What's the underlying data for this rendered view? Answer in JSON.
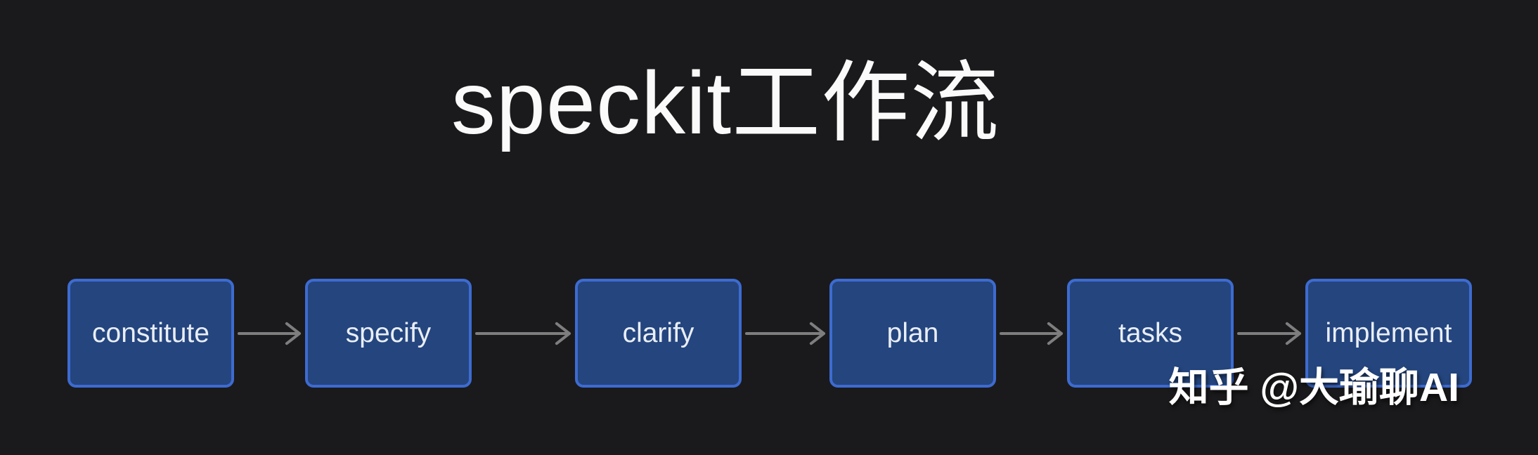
{
  "title": {
    "text": "speckit工作流"
  },
  "flow": {
    "steps": [
      {
        "label": "constitute"
      },
      {
        "label": "specify"
      },
      {
        "label": "clarify"
      },
      {
        "label": "plan"
      },
      {
        "label": "tasks"
      },
      {
        "label": "implement"
      }
    ]
  },
  "watermark": {
    "text": "知乎 @大瑜聊AI"
  },
  "colors": {
    "background": "#1a1a1c",
    "title": "#fafafa",
    "box_fill": "#24457e",
    "box_border": "#3d6bd0",
    "box_text": "#e9eef6",
    "arrow": "#7e7e7e",
    "watermark": "#ffffff"
  }
}
